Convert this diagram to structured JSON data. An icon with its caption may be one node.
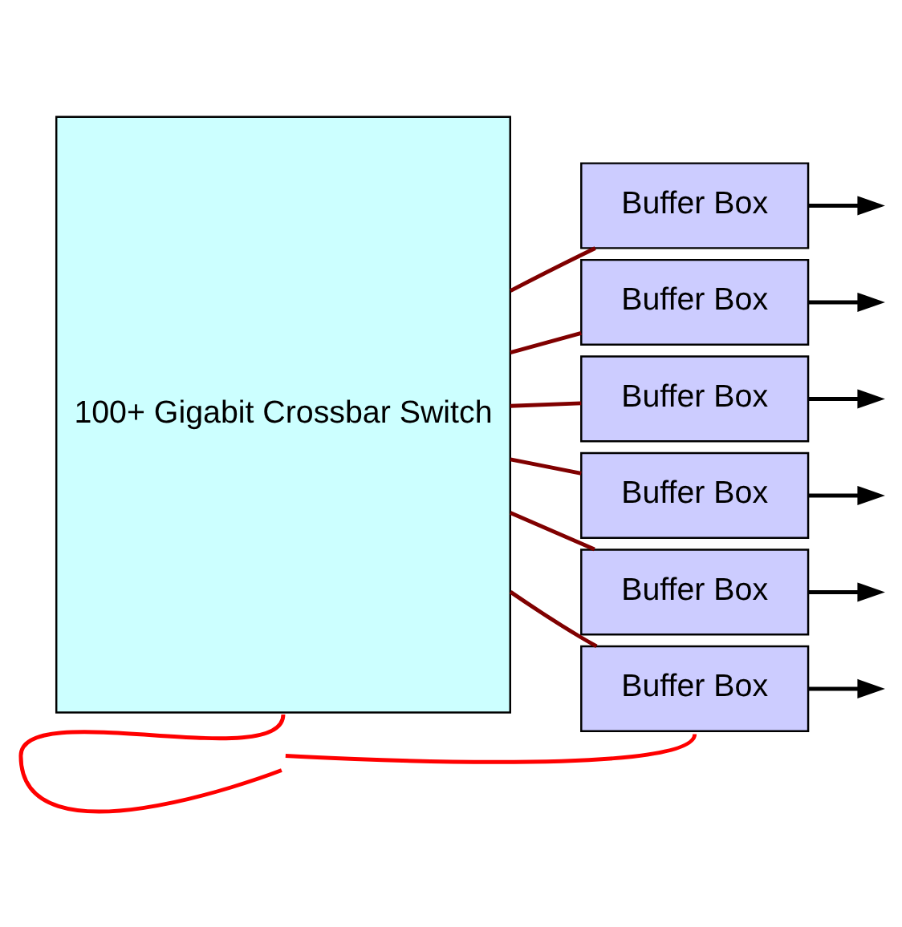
{
  "diagram": {
    "nodes": [
      {
        "text": [
          "100+ Gigabit Crossbar Switch"
        ]
      },
      {
        "text": [
          "Buffer Box"
        ]
      },
      {
        "text": [
          "Buffer Box"
        ]
      },
      {
        "text": [
          "Buffer Box"
        ]
      },
      {
        "text": [
          "Buffer Box"
        ]
      },
      {
        "text": [
          "Buffer Box"
        ]
      },
      {
        "text": [
          "Buffer Box"
        ]
      }
    ],
    "edges": [
      {
        "from": 0,
        "to": 1,
        "arrow": "none",
        "color": "#800000"
      },
      {
        "from": 0,
        "to": 2,
        "arrow": "none",
        "color": "#800000"
      },
      {
        "from": 0,
        "to": 3,
        "arrow": "none",
        "color": "#800000"
      },
      {
        "from": 0,
        "to": 4,
        "arrow": "none",
        "color": "#800000"
      },
      {
        "from": 0,
        "to": 5,
        "arrow": "none",
        "color": "#800000"
      },
      {
        "from": 0,
        "to": 6,
        "arrow": "none",
        "color": "#800000"
      },
      {
        "from": 1,
        "to": null,
        "arrow": "to",
        "color": "#000000"
      },
      {
        "from": 2,
        "to": null,
        "arrow": "to",
        "color": "#000000"
      },
      {
        "from": 3,
        "to": null,
        "arrow": "to",
        "color": "#000000"
      },
      {
        "from": 4,
        "to": null,
        "arrow": "to",
        "color": "#000000"
      },
      {
        "from": 5,
        "to": null,
        "arrow": "to",
        "color": "#000000"
      },
      {
        "from": 6,
        "to": null,
        "arrow": "none",
        "color": "#ff0000"
      },
      {
        "from": 0,
        "to": null,
        "arrow": "none",
        "color": "#ff0000"
      },
      {
        "from": 6,
        "to": null,
        "arrow": "to",
        "color": "#000000"
      }
    ]
  }
}
